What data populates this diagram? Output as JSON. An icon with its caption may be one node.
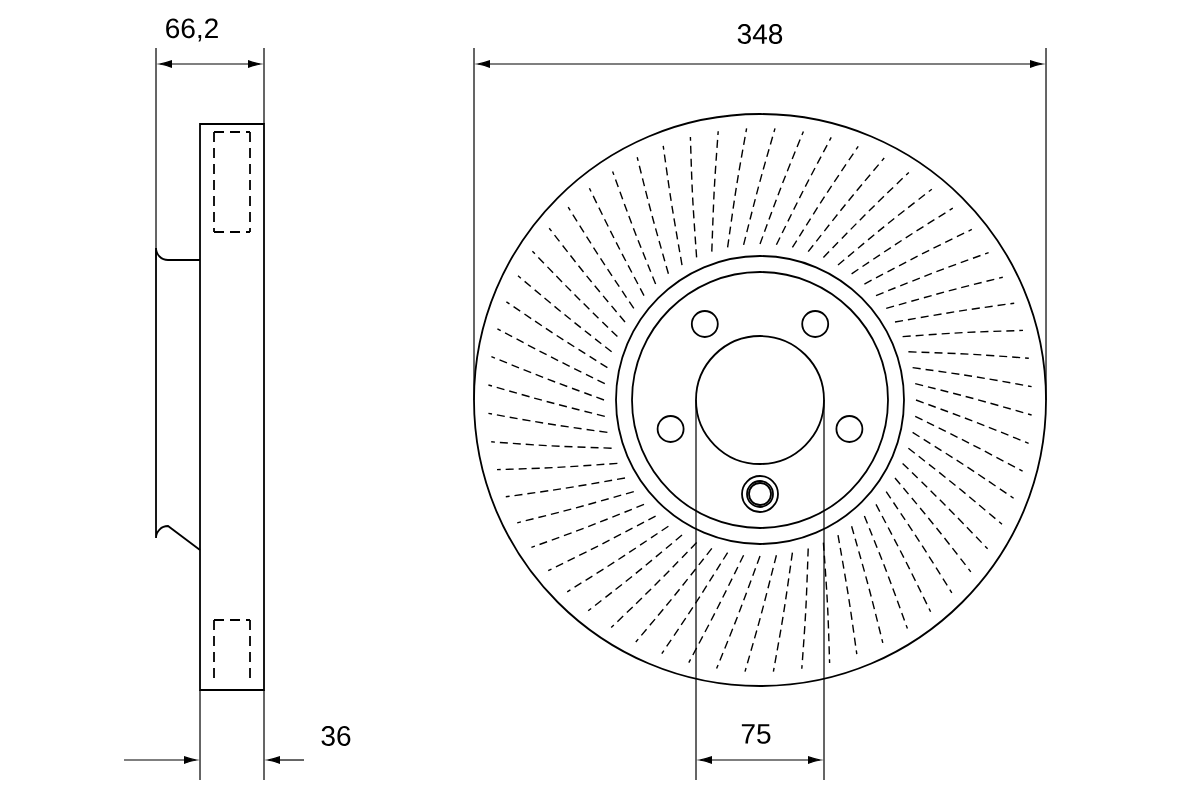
{
  "diagram": {
    "labels": [
      "66,2",
      "348",
      "36",
      "75"
    ]
  }
}
